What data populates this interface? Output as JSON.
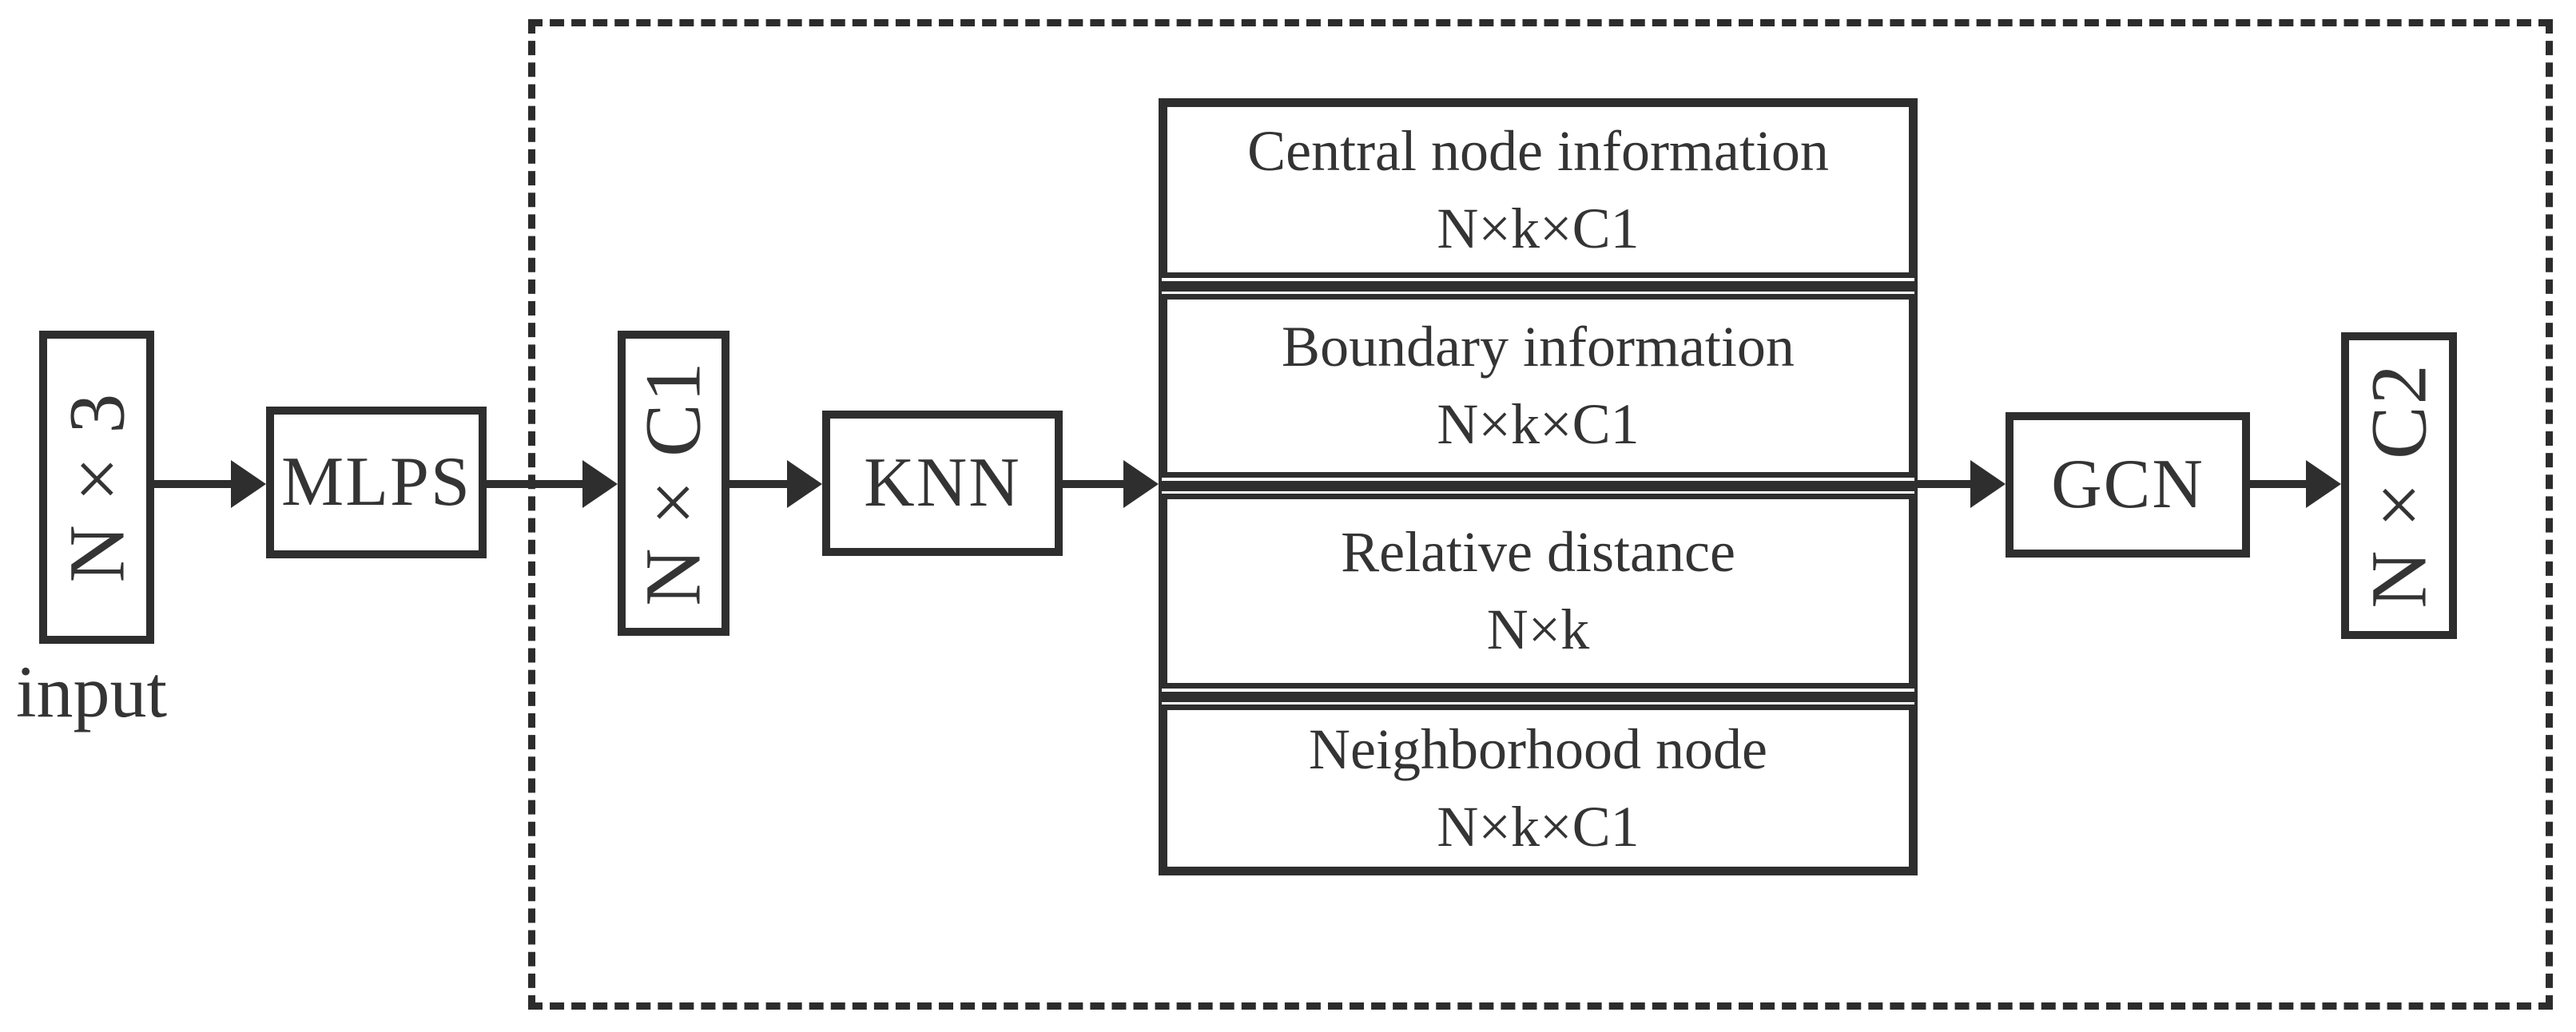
{
  "diagram": {
    "caption_input": "input",
    "nodes": {
      "input_box": "N × 3",
      "mlps": "MLPS",
      "n_c1": "N × C1",
      "knn": "KNN",
      "gcn": "GCN",
      "n_c2": "N × C2"
    },
    "stack_sections": [
      {
        "label": "Central node information",
        "dims": "N×k×C1"
      },
      {
        "label": "Boundary information",
        "dims": "N×k×C1"
      },
      {
        "label": "Relative distance",
        "dims": "N×k"
      },
      {
        "label": "Neighborhood node",
        "dims": "N×k×C1"
      }
    ],
    "colors": {
      "stroke": "#2e2e2e",
      "text": "#343434",
      "background": "#ffffff"
    }
  }
}
